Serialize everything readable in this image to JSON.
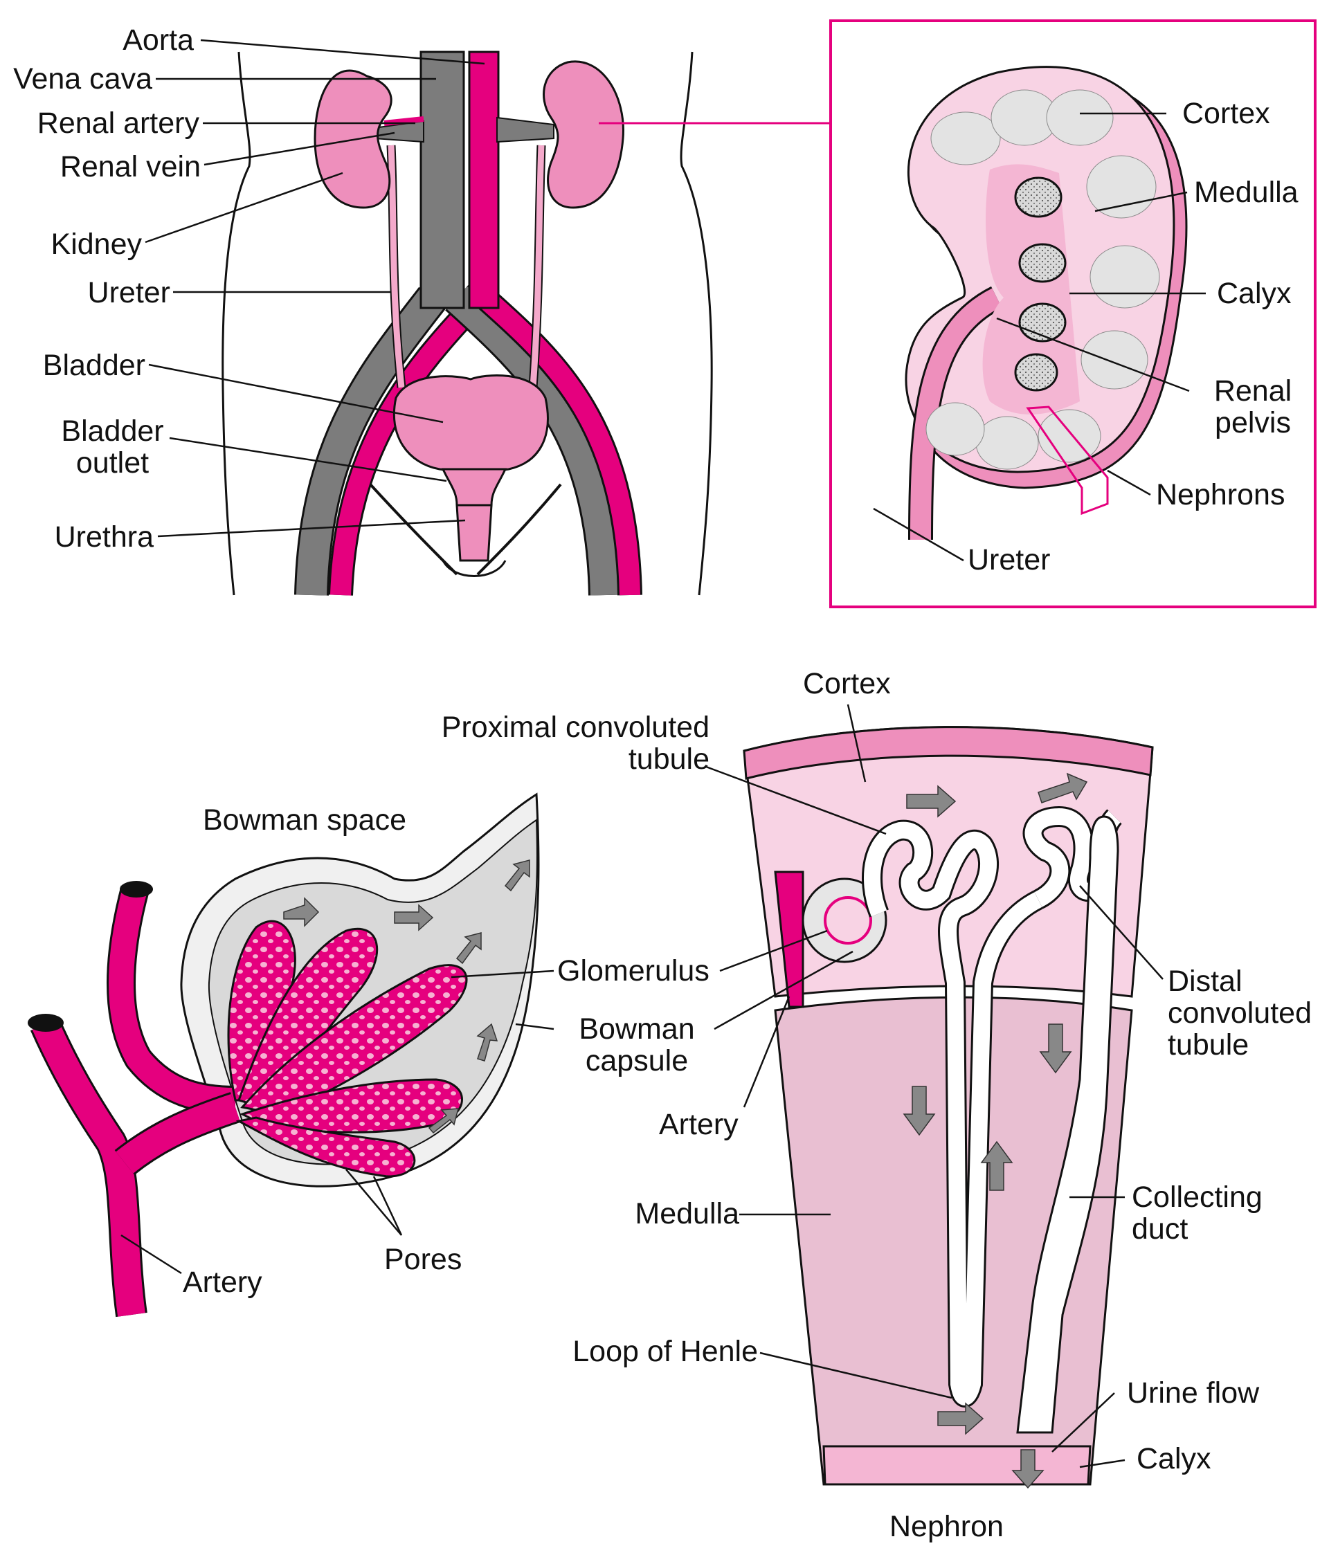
{
  "colors": {
    "magenta": "#E5007E",
    "pink": "#EE8FBC",
    "light_pink": "#F8D3E4",
    "gray": "#7C7C7C",
    "light_gray": "#D6D6D6",
    "outline": "#111111"
  },
  "urinary_system": {
    "labels": {
      "aorta": "Aorta",
      "vena_cava": "Vena cava",
      "renal_artery": "Renal artery",
      "renal_vein": "Renal vein",
      "kidney": "Kidney",
      "ureter": "Ureter",
      "bladder": "Bladder",
      "bladder_outlet": [
        "Bladder",
        "outlet"
      ],
      "urethra": "Urethra"
    }
  },
  "kidney_section": {
    "labels": {
      "cortex": "Cortex",
      "medulla": "Medulla",
      "calyx": "Calyx",
      "renal_pelvis": [
        "Renal",
        "pelvis"
      ],
      "nephrons": "Nephrons",
      "ureter": "Ureter"
    }
  },
  "glomerulus_detail": {
    "labels": {
      "bowman_space": "Bowman space",
      "glomerulus": "Glomerulus",
      "bowman_capsule": [
        "Bowman",
        "capsule"
      ],
      "pores": "Pores",
      "artery": "Artery"
    }
  },
  "nephron_detail": {
    "title": "Nephron",
    "labels": {
      "cortex": "Cortex",
      "proximal_tubule": [
        "Proximal convoluted",
        "tubule"
      ],
      "distal_tubule": [
        "Distal",
        "convoluted",
        "tubule"
      ],
      "artery": "Artery",
      "collecting_duct": [
        "Collecting",
        "duct"
      ],
      "medulla": "Medulla",
      "loop_of_henle": "Loop of Henle",
      "urine_flow": "Urine flow",
      "calyx": "Calyx"
    }
  }
}
